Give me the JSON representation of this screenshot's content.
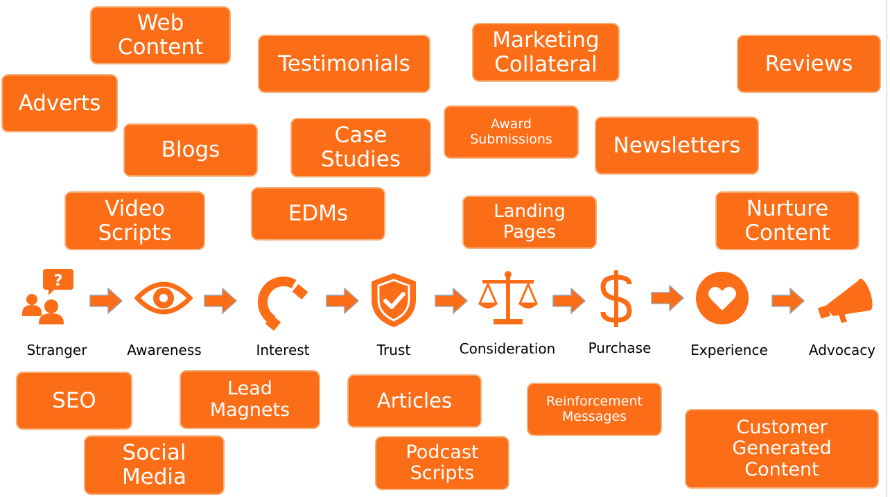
{
  "theme": {
    "accent": "#fb6d16",
    "border": "#f5b07a",
    "text": "#ffffff",
    "label": "#000000"
  },
  "boxes": {
    "web_content": "Web\nContent",
    "testimonials": "Testimonials",
    "marketing_collateral": "Marketing\nCollateral",
    "reviews": "Reviews",
    "adverts": "Adverts",
    "blogs": "Blogs",
    "case_studies": "Case\nStudies",
    "award_submissions": "Award\nSubmissions",
    "newsletters": "Newsletters",
    "video_scripts": "Video\nScripts",
    "edms": "EDMs",
    "landing_pages": "Landing\nPages",
    "nurture_content": "Nurture\nContent",
    "seo": "SEO",
    "lead_magnets": "Lead\nMagnets",
    "articles": "Articles",
    "reinforcement_messages": "Reinforcement\nMessages",
    "social_media": "Social\nMedia",
    "podcast_scripts": "Podcast\nScripts",
    "customer_generated_content": "Customer\nGenerated\nContent"
  },
  "stages": [
    {
      "label": "Stranger",
      "icon": "people-question-icon"
    },
    {
      "label": "Awareness",
      "icon": "eye-icon"
    },
    {
      "label": "Interest",
      "icon": "magnet-icon"
    },
    {
      "label": "Trust",
      "icon": "shield-check-icon"
    },
    {
      "label": "Consideration",
      "icon": "scales-icon"
    },
    {
      "label": "Purchase",
      "icon": "dollar-icon"
    },
    {
      "label": "Experience",
      "icon": "heart-icon"
    },
    {
      "label": "Advocacy",
      "icon": "megaphone-icon"
    }
  ],
  "icons": {
    "arrow": "right-arrow-icon"
  }
}
